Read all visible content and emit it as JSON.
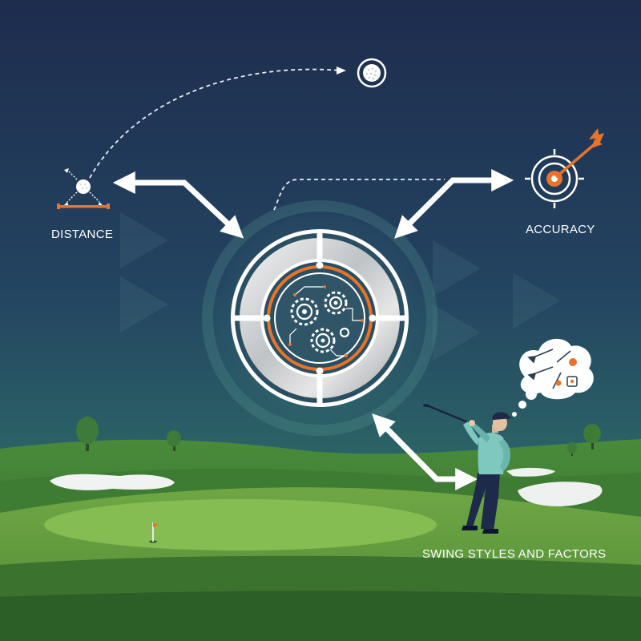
{
  "labels": {
    "distance": "DISTANCE",
    "accuracy": "ACCURACY",
    "swing": "SWING STYLES AND FACTORS"
  },
  "colors": {
    "sky_top": "#1f2f4f",
    "sky_bottom": "#2f6a6a",
    "accent_orange": "#e8732a",
    "arrow_white": "#ffffff",
    "grass_dark": "#2e6a2e",
    "grass_light": "#7fb54a",
    "player_shirt": "#7ec8c0",
    "player_pants": "#1e2a4a"
  },
  "icons": {
    "distance": "golf-ball-distance-icon",
    "ball": "golf-ball-icon",
    "accuracy": "target-dart-icon",
    "hub": "gears-hub-icon",
    "thought": "clubs-thought-bubble-icon",
    "player": "golfer-swing-icon",
    "flag": "hole-flag-icon"
  }
}
